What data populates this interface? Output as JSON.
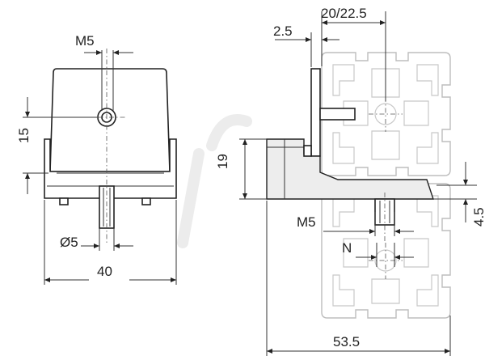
{
  "drawing": {
    "front_view": {
      "thread_label": "M5",
      "height_label": "15",
      "diameter_label": "Ø5",
      "width_label": "40"
    },
    "side_view": {
      "top_label": "20/22.5",
      "plate_label": "2.5",
      "height_label": "19",
      "thread_label": "M5",
      "offset_label": "4.5",
      "nut_label": "N",
      "length_label": "53.5"
    }
  }
}
